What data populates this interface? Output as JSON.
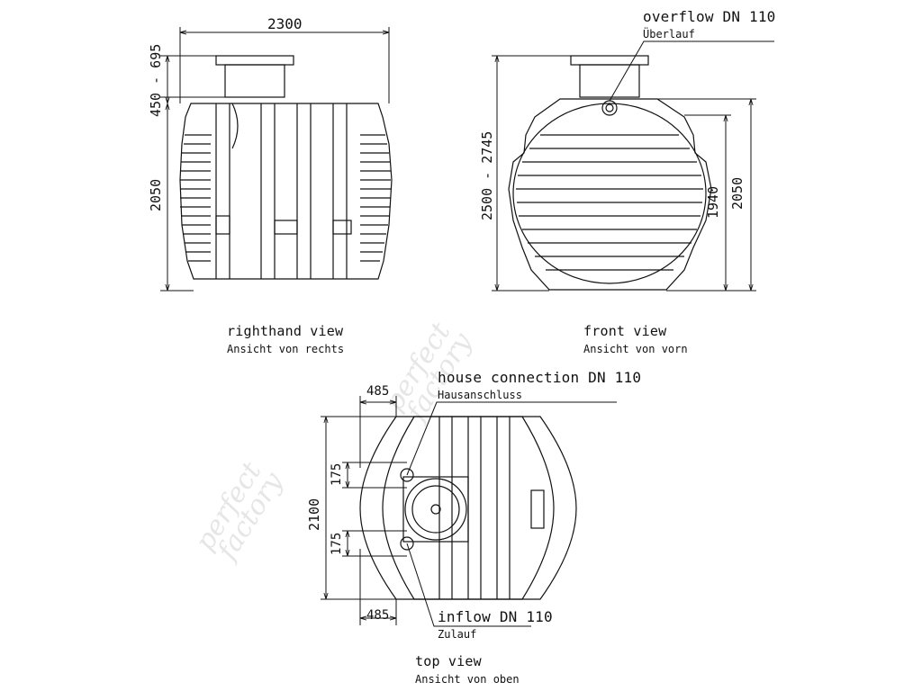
{
  "views": {
    "righthand": {
      "title": "righthand view",
      "subtitle": "Ansicht von rechts"
    },
    "front": {
      "title": "front view",
      "subtitle": "Ansicht von vorn"
    },
    "top": {
      "title": "top view",
      "subtitle": "Ansicht von oben"
    }
  },
  "callouts": {
    "overflow": {
      "title": "overflow DN  110",
      "subtitle": "Überlauf"
    },
    "house_connection": {
      "title": "house connection DN 110",
      "subtitle": "Hausanschluss"
    },
    "inflow": {
      "title": "inflow DN 110",
      "subtitle": "Zulauf"
    }
  },
  "dimensions": {
    "width_total": "2300",
    "dome_range": "450 - 695",
    "height_righthand": "2050",
    "height_total_range": "2500 - 2745",
    "height_front_inner": "1940",
    "height_front": "2050",
    "offset_top": "485",
    "offset_bottom": "485",
    "pipe_offset_upper": "175",
    "pipe_offset_lower": "175",
    "depth_top": "2100"
  },
  "watermark": {
    "line1": "perfect",
    "line2": "factory"
  },
  "colors": {
    "line": "#111111",
    "watermark": "#e6e6e6"
  }
}
